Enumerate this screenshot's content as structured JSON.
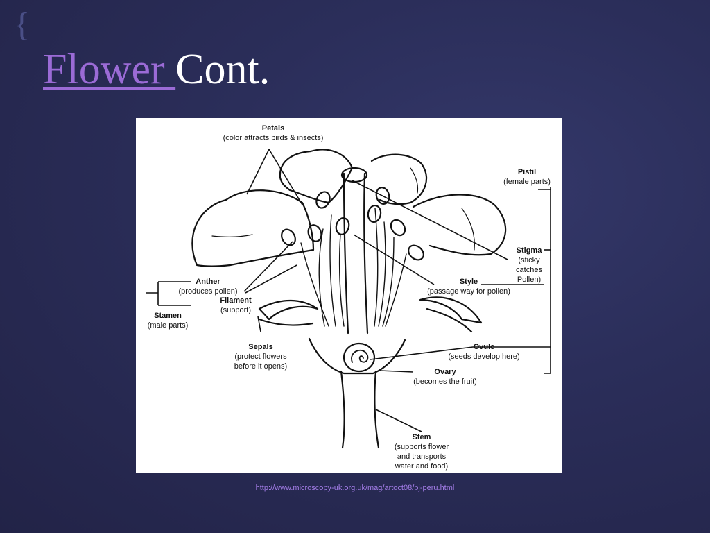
{
  "slide": {
    "title_link": "Flower ",
    "title_rest": "Cont.",
    "source_url": "http://www.microscopy-uk.org.uk/mag/artoct08/bj-peru.html"
  },
  "diagram": {
    "petals": {
      "name": "Petals",
      "desc": "(color attracts birds & insects)"
    },
    "pistil": {
      "name": "Pistil",
      "desc": "(female parts)"
    },
    "stigma": {
      "name": "Stigma",
      "desc": [
        "(sticky",
        "catches",
        "Pollen)"
      ]
    },
    "style": {
      "name": "Style",
      "desc": "(passage way for pollen)"
    },
    "anther": {
      "name": "Anther",
      "desc": "(produces pollen)"
    },
    "filament": {
      "name": "Filament",
      "desc": "(support)"
    },
    "stamen": {
      "name": "Stamen",
      "desc": "(male parts)"
    },
    "sepals": {
      "name": "Sepals",
      "desc": [
        "(protect flowers",
        "before it opens)"
      ]
    },
    "ovule": {
      "name": "Ovule",
      "desc": "(seeds develop here)"
    },
    "ovary": {
      "name": "Ovary",
      "desc": "(becomes the fruit)"
    },
    "stem": {
      "name": "Stem",
      "desc": [
        "(supports flower",
        "and transports",
        "water and food)"
      ]
    }
  }
}
